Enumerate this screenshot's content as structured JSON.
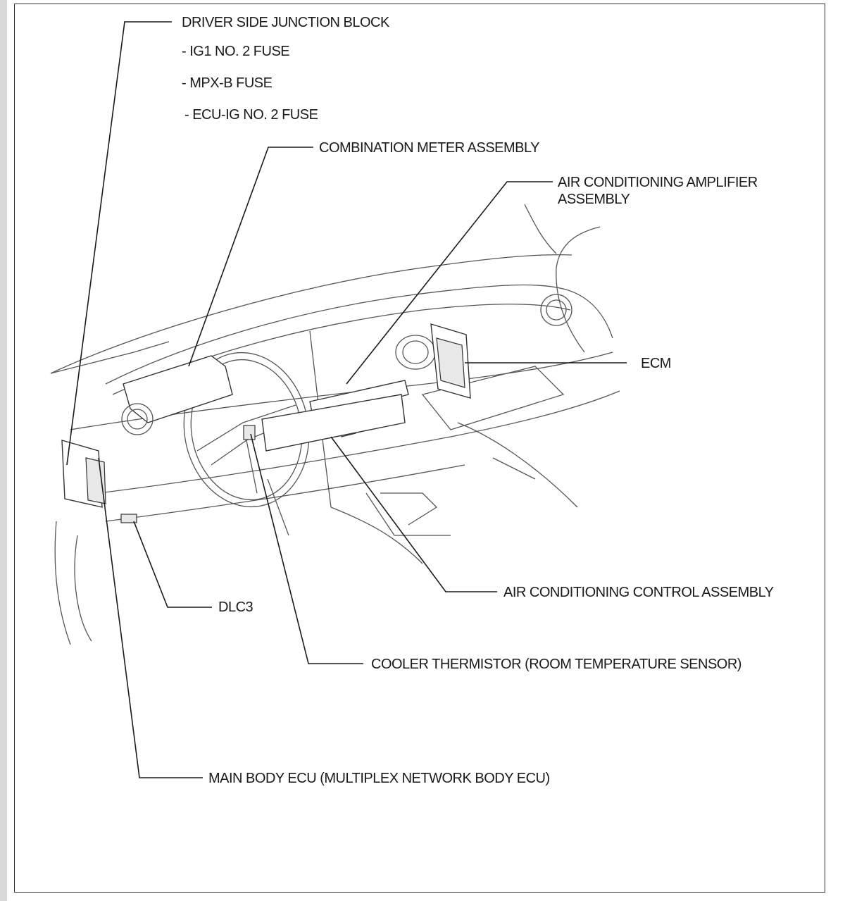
{
  "labels": {
    "driver_side_junction_block": "DRIVER SIDE JUNCTION BLOCK",
    "ig1_fuse": "- IG1 NO. 2 FUSE",
    "mpx_b_fuse": "- MPX-B FUSE",
    "ecu_ig_fuse": "- ECU-IG NO. 2 FUSE",
    "combination_meter": "COMBINATION METER ASSEMBLY",
    "ac_amplifier_line1": "AIR CONDITIONING AMPLIFIER",
    "ac_amplifier_line2": "ASSEMBLY",
    "ecm": "ECM",
    "ac_control": "AIR CONDITIONING CONTROL ASSEMBLY",
    "dlc3": "DLC3",
    "cooler_thermistor": "COOLER THERMISTOR (ROOM TEMPERATURE SENSOR)",
    "main_body_ecu": "MAIN BODY ECU (MULTIPLEX NETWORK BODY ECU)"
  }
}
